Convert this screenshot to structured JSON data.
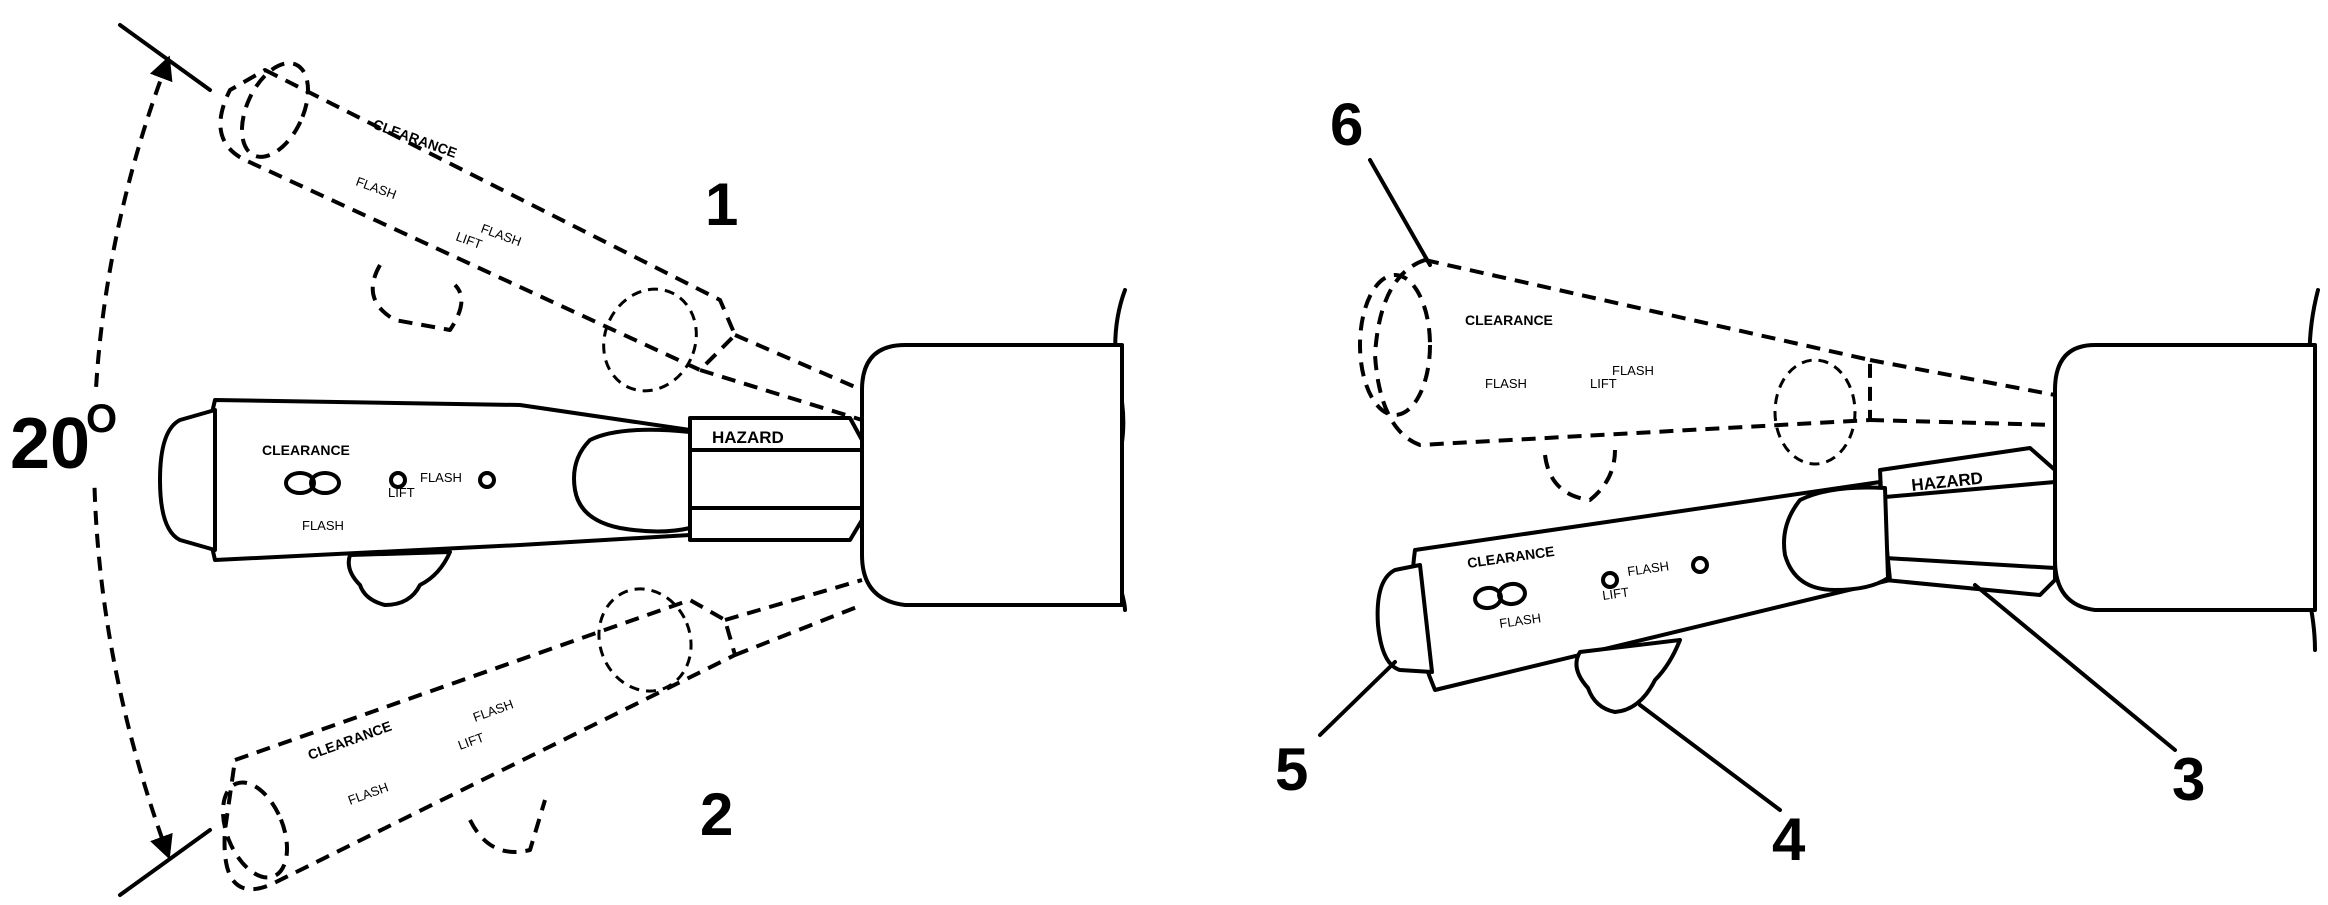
{
  "angle_label": "20",
  "angle_unit": "O",
  "positions": {
    "up": "1",
    "down": "2"
  },
  "callouts": {
    "lens_end": "6",
    "knob": "5",
    "flash_tab": "4",
    "hazard_collar": "3"
  },
  "lever_text": {
    "clearance": "CLEARANCE",
    "flash": "FLASH",
    "lift": "LIFT",
    "flash_arrow": "FLASH",
    "hazard": "HAZARD"
  }
}
